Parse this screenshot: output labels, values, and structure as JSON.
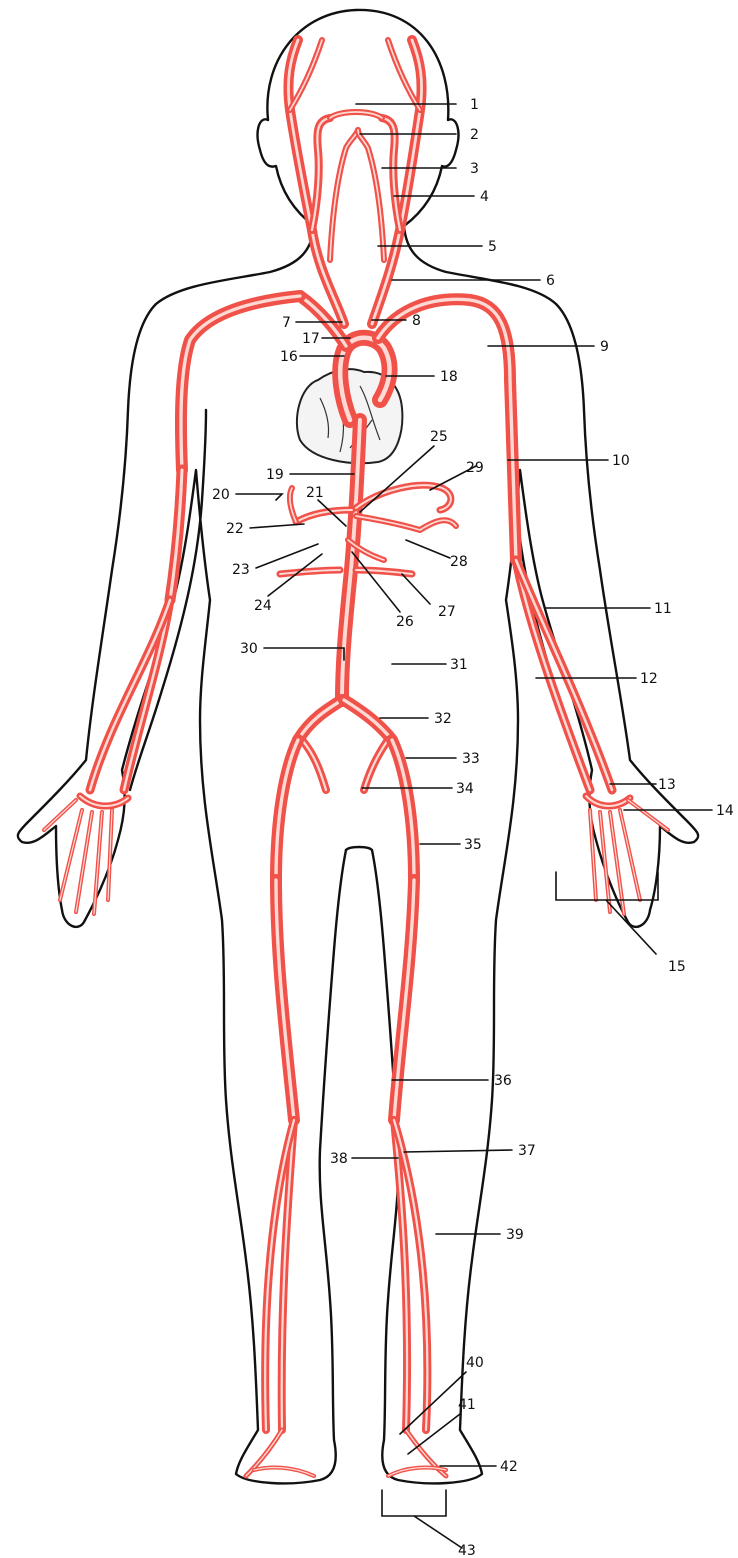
{
  "colors": {
    "artery": "#f0524a",
    "artery_highlight": "#ffd9d4",
    "outline": "#111111",
    "background": "#ffffff"
  },
  "labels": [
    "1",
    "2",
    "3",
    "4",
    "5",
    "6",
    "7",
    "8",
    "9",
    "10",
    "11",
    "12",
    "13",
    "14",
    "15",
    "16",
    "17",
    "18",
    "19",
    "20",
    "21",
    "22",
    "23",
    "24",
    "25",
    "26",
    "27",
    "28",
    "29",
    "30",
    "31",
    "32",
    "33",
    "34",
    "35",
    "36",
    "37",
    "38",
    "39",
    "40",
    "41",
    "42",
    "43"
  ]
}
